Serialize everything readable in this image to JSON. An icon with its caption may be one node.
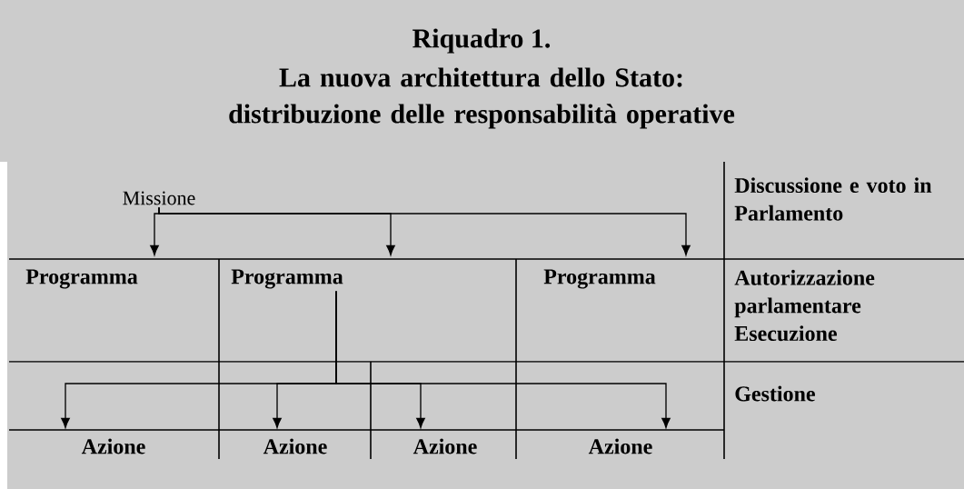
{
  "diagram": {
    "title": "Riquadro 1.",
    "nodes": [
      {
        "text": [
          "Missione"
        ]
      },
      {
        "text": [
          "Programma"
        ]
      },
      {
        "text": [
          "Programma"
        ]
      },
      {
        "text": [
          "Programma"
        ]
      },
      {
        "text": [
          "Azione"
        ]
      },
      {
        "text": [
          "Azione"
        ]
      },
      {
        "text": [
          "Azione"
        ]
      },
      {
        "text": [
          "Azione"
        ]
      }
    ],
    "edges": [
      {
        "from": 0,
        "to": 1,
        "arrow": "to"
      },
      {
        "from": 0,
        "to": 2,
        "arrow": "to"
      },
      {
        "from": 0,
        "to": 3,
        "arrow": "to"
      },
      {
        "from": 2,
        "to": 4,
        "arrow": "to"
      },
      {
        "from": 2,
        "to": 5,
        "arrow": "to"
      },
      {
        "from": 2,
        "to": 6,
        "arrow": "to"
      },
      {
        "from": 2,
        "to": 7,
        "arrow": "to"
      }
    ],
    "labels": [
      "La nuova architettura dello Stato: distribuzione delle responsabilità operative",
      "Discussione e voto in Parlamento",
      "Autorizzazione parlamentare Esecuzione",
      "Gestione"
    ]
  }
}
